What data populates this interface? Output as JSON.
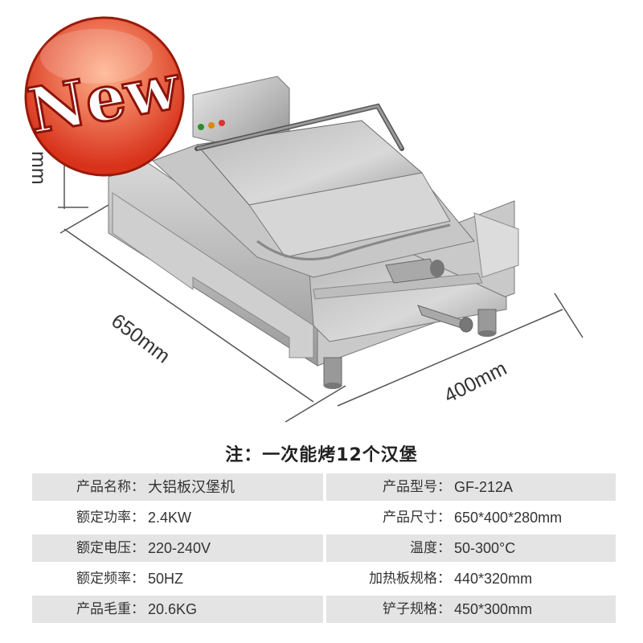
{
  "badge": {
    "text": "New"
  },
  "dimensions": {
    "depth": "650mm",
    "width": "400mm",
    "height": "mm"
  },
  "note": "注：一次能烤12个汉堡",
  "specs": [
    {
      "left_label": "产品名称：",
      "left_value": "大铝板汉堡机",
      "right_label": "产品型号：",
      "right_value": "GF-212A",
      "shaded": true
    },
    {
      "left_label": "额定功率：",
      "left_value": "2.4KW",
      "right_label": "产品尺寸：",
      "right_value": "650*400*280mm",
      "shaded": false
    },
    {
      "left_label": "额定电压：",
      "left_value": "220-240V",
      "right_label": "温度：",
      "right_value": "50-300°C",
      "shaded": true
    },
    {
      "left_label": "额定频率：",
      "left_value": "50HZ",
      "right_label": "加热板规格：",
      "right_value": "440*320mm",
      "shaded": false
    },
    {
      "left_label": "产品毛重：",
      "left_value": "20.6KG",
      "right_label": "铲子规格：",
      "right_value": "450*300mm",
      "shaded": true
    }
  ]
}
